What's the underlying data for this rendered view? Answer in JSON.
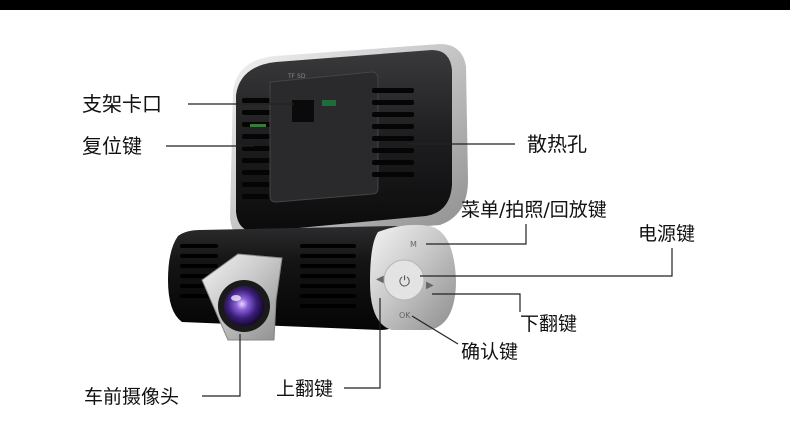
{
  "labels": {
    "mount_slot": "支架卡口",
    "reset_key": "复位键",
    "vents": "散热孔",
    "menu_key": "菜单/拍照/回放键",
    "power_key": "电源键",
    "down_key": "下翻键",
    "ok_key": "确认键",
    "up_key": "上翻键",
    "front_camera": "车前摄像头"
  },
  "device_marks": {
    "top_text": "TF SD",
    "btn_m": "M",
    "btn_ok": "OK"
  }
}
